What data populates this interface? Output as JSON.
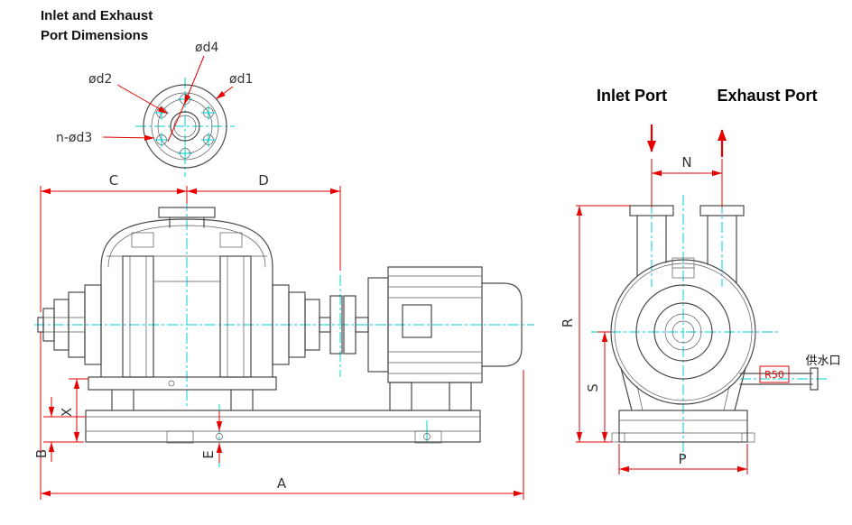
{
  "drawing": {
    "title_line1": "Inlet and Exhaust",
    "title_line2": "Port Dimensions"
  },
  "flange_detail": {
    "label_d4": "ød4",
    "label_d2": "ød2",
    "label_d1": "ød1",
    "label_n_d3": "n-ød3"
  },
  "side_view": {
    "dim_C": "C",
    "dim_D": "D",
    "dim_A": "A",
    "dim_B": "B",
    "dim_X": "X",
    "dim_E": "E"
  },
  "front_view": {
    "inlet_heading": "Inlet Port",
    "exhaust_heading": "Exhaust Port",
    "dim_N": "N",
    "dim_R": "R",
    "dim_S": "S",
    "dim_P": "P",
    "water_port_label": "供水口",
    "water_port_note": "R50"
  },
  "colors": {
    "dimension_red": "#e60000",
    "centerline_cyan": "#00d2d2",
    "drawing_gray": "#4a4a4a",
    "text_black": "#1a1a1a"
  }
}
